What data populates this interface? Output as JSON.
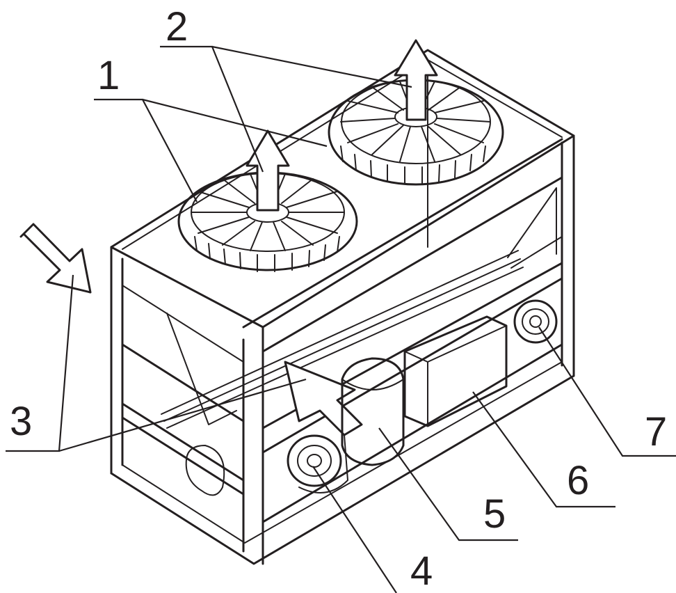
{
  "callouts": [
    {
      "id": "1",
      "label": "1"
    },
    {
      "id": "2",
      "label": "2"
    },
    {
      "id": "3",
      "label": "3"
    },
    {
      "id": "4",
      "label": "4"
    },
    {
      "id": "5",
      "label": "5"
    },
    {
      "id": "6",
      "label": "6"
    },
    {
      "id": "7",
      "label": "7"
    }
  ],
  "colors": {
    "line": "#231f20",
    "background": "#ffffff"
  }
}
